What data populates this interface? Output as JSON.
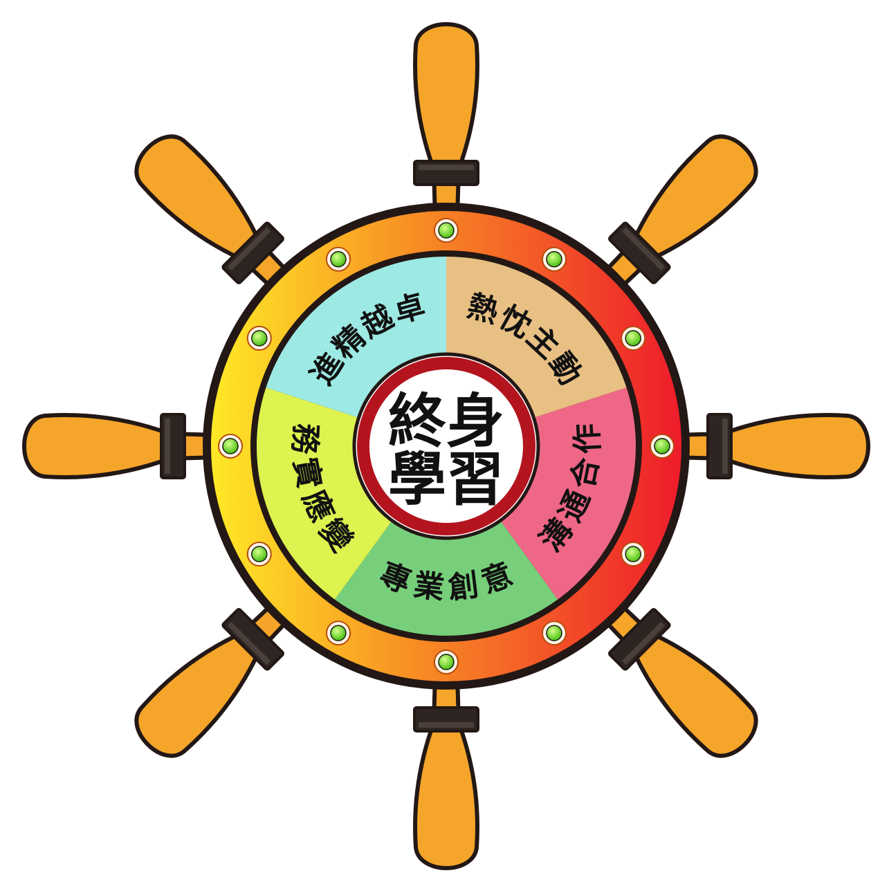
{
  "center": {
    "line1": "終身",
    "line2": "學習"
  },
  "segments": [
    {
      "label": "熱忱主動",
      "color": "#e8c083"
    },
    {
      "label": "溝通合作",
      "color": "#ef6787"
    },
    {
      "label": "專業創意",
      "color": "#77cf7b"
    },
    {
      "label": "務實應變",
      "color": "#ddf34f"
    },
    {
      "label": "進精越卓",
      "color": "#9de9e3"
    }
  ],
  "colors": {
    "handle": "#f5a52a",
    "ring_left": "#ffe926",
    "ring_mid": "#f78a24",
    "ring_right": "#ee1c2b",
    "outline": "#231815",
    "light": "#8ee63a",
    "center_ring": "#b3141e"
  }
}
